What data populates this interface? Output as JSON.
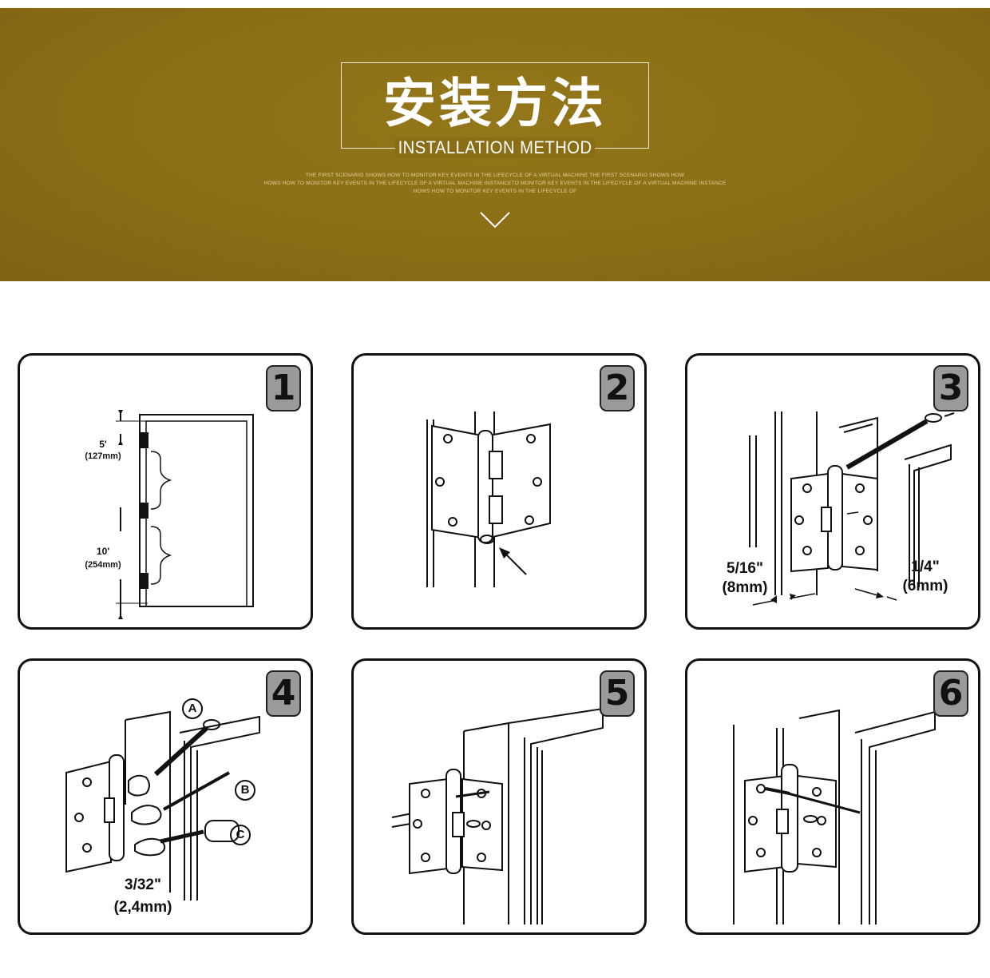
{
  "header": {
    "title_cn": "安装方法",
    "title_en": "INSTALLATION METHOD",
    "subtitle_lines": [
      "THE FIRST SCENARIO SHOWS HOW TO MONITOR KEY EVENTS IN THE LIFECYCLE OF A VIRTUAL MACHINE THE FIRST SCENARIO SHOWS HOW",
      "HOWS HOW TO MONITOR KEY EVENTS IN THE LIFECYCLE OF A VIRTUAL MACHINE INSTANCETO MONITOR KEY EVENTS IN THE LIFECYCLE OF A VIRTUAL MACHINE INSTANCE",
      "HOWS HOW TO MONITOR KEY EVENTS IN THE LIFECYCLE OF"
    ],
    "chevron_icon": "chevron-down-icon"
  },
  "colors": {
    "banner": "#8c6e16",
    "title_text": "#ffffff",
    "badge": "#9a9a9a",
    "panel_border": "#111111"
  },
  "steps": [
    {
      "number": "1",
      "dims": {
        "top_spacing": "5'",
        "top_spacing_mm": "(127mm)",
        "mid_spacing": "10'",
        "mid_spacing_mm": "(254mm)"
      }
    },
    {
      "number": "2"
    },
    {
      "number": "3",
      "dims": {
        "left": "5/16\"",
        "left_mm": "(8mm)",
        "right": "1/4\"",
        "right_mm": "(6mm)"
      }
    },
    {
      "number": "4",
      "labels": {
        "a": "A",
        "b": "B",
        "c": "C"
      },
      "dims": {
        "drill": "3/32\"",
        "drill_mm": "(2,4mm)"
      }
    },
    {
      "number": "5"
    },
    {
      "number": "6"
    }
  ]
}
